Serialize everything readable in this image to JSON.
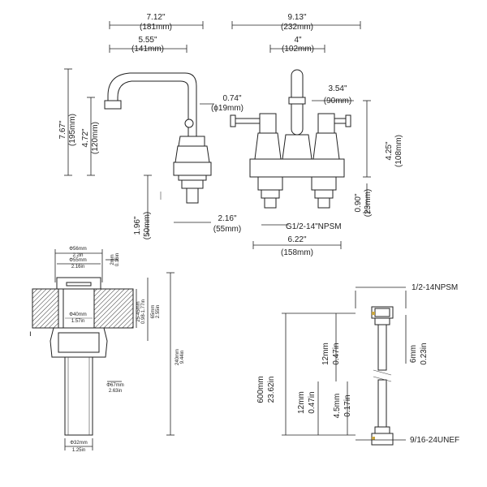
{
  "top_view": {
    "dims": {
      "overall_spout_reach": {
        "imp": "7.12\"",
        "met": "(181mm)"
      },
      "spout_reach": {
        "imp": "5.55\"",
        "met": "(141mm)"
      },
      "overall_width": {
        "imp": "9.13\"",
        "met": "(232mm)"
      },
      "center_spread": {
        "imp": "4\"",
        "met": "(102mm)"
      },
      "total_height": {
        "imp": "7.67\"",
        "met": "(195mm)"
      },
      "spout_height": {
        "imp": "4.72\"",
        "met": "(120mm)"
      },
      "spout_dia": {
        "imp": "0.74\"",
        "met": "(ϕ19mm)"
      },
      "handle_spread": {
        "imp": "3.54\"",
        "met": "(90mm)"
      },
      "handle_height": {
        "imp": "4.25\"",
        "met": "(108mm)"
      },
      "shank_length": {
        "imp": "1.96\"",
        "met": "(50mm)"
      },
      "base_width": {
        "imp": "2.16\"",
        "met": "(55mm)"
      },
      "thread": "G1/2-14\"NPSM",
      "tailpiece": {
        "imp": "0.90\"",
        "met": "(23mm)"
      },
      "base_spread": {
        "imp": "6.22\"",
        "met": "(158mm)"
      }
    }
  },
  "drain_view": {
    "dims": {
      "d56": {
        "met": "Φ56mm",
        "imp": "2.2in"
      },
      "d55": {
        "met": "Φ55mm",
        "imp": "2.16in"
      },
      "h2": {
        "met": "2mm",
        "imp": "0.16in"
      },
      "d40": {
        "met": "Φ40mm",
        "imp": "1.57in"
      },
      "thick": {
        "met": "25-45mm",
        "imp": "0.98-1.77in"
      },
      "h65": {
        "met": "65mm",
        "imp": "2.55in"
      },
      "h240": {
        "met": "240mm",
        "imp": "9.44in"
      },
      "d67": {
        "met": "Φ67mm",
        "imp": "2.63in"
      },
      "d32": {
        "met": "Φ32mm",
        "imp": "1.25in"
      }
    }
  },
  "hose_view": {
    "dims": {
      "top_thread": "1/2-14NPSM",
      "bottom_thread": "9/16-24UNEF",
      "len": {
        "met": "600mm",
        "imp": "23.62in"
      },
      "nut_top": {
        "met": "12mm",
        "imp": "0.47in"
      },
      "hose_dia": {
        "met": "6mm",
        "imp": "0.23in"
      },
      "nut_bot": {
        "met": "12mm",
        "imp": "0.47in"
      },
      "tip": {
        "met": "4.5mm",
        "imp": "0.17in"
      }
    }
  }
}
